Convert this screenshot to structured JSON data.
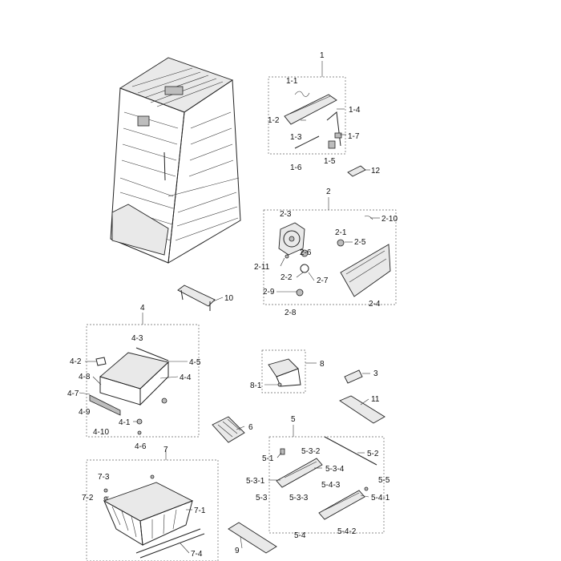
{
  "labels": {
    "l1": "1",
    "l1_1": "1-1",
    "l1_2": "1-2",
    "l1_3": "1-3",
    "l1_4": "1-4",
    "l1_5": "1-5",
    "l1_6": "1-6",
    "l1_7": "1-7",
    "l12": "12",
    "l2": "2",
    "l2_1": "2-1",
    "l2_2": "2-2",
    "l2_3": "2-3",
    "l2_4": "2-4",
    "l2_5": "2-5",
    "l2_6": "2-6",
    "l2_7": "2-7",
    "l2_8": "2-8",
    "l2_9": "2-9",
    "l2_10": "2-10",
    "l2_11": "2-11",
    "l10": "10",
    "l4": "4",
    "l4_1": "4-1",
    "l4_2": "4-2",
    "l4_3": "4-3",
    "l4_4": "4-4",
    "l4_5": "4-5",
    "l4_6": "4-6",
    "l4_7": "4-7",
    "l4_8": "4-8",
    "l4_9": "4-9",
    "l4_10": "4-10",
    "l8": "8",
    "l8_1": "8-1",
    "l3": "3",
    "l11": "11",
    "l6": "6",
    "l5": "5",
    "l5_1": "5-1",
    "l5_2": "5-2",
    "l5_3": "5-3",
    "l5_3_1": "5-3-1",
    "l5_3_2": "5-3-2",
    "l5_3_3": "5-3-3",
    "l5_3_4": "5-3-4",
    "l5_4": "5-4",
    "l5_4_1": "5-4-1",
    "l5_4_2": "5-4-2",
    "l5_4_3": "5-4-3",
    "l5_5": "5-5",
    "l7": "7",
    "l7_1": "7-1",
    "l7_2": "7-2",
    "l7_3": "7-3",
    "l7_4": "7-4",
    "l9": "9"
  }
}
